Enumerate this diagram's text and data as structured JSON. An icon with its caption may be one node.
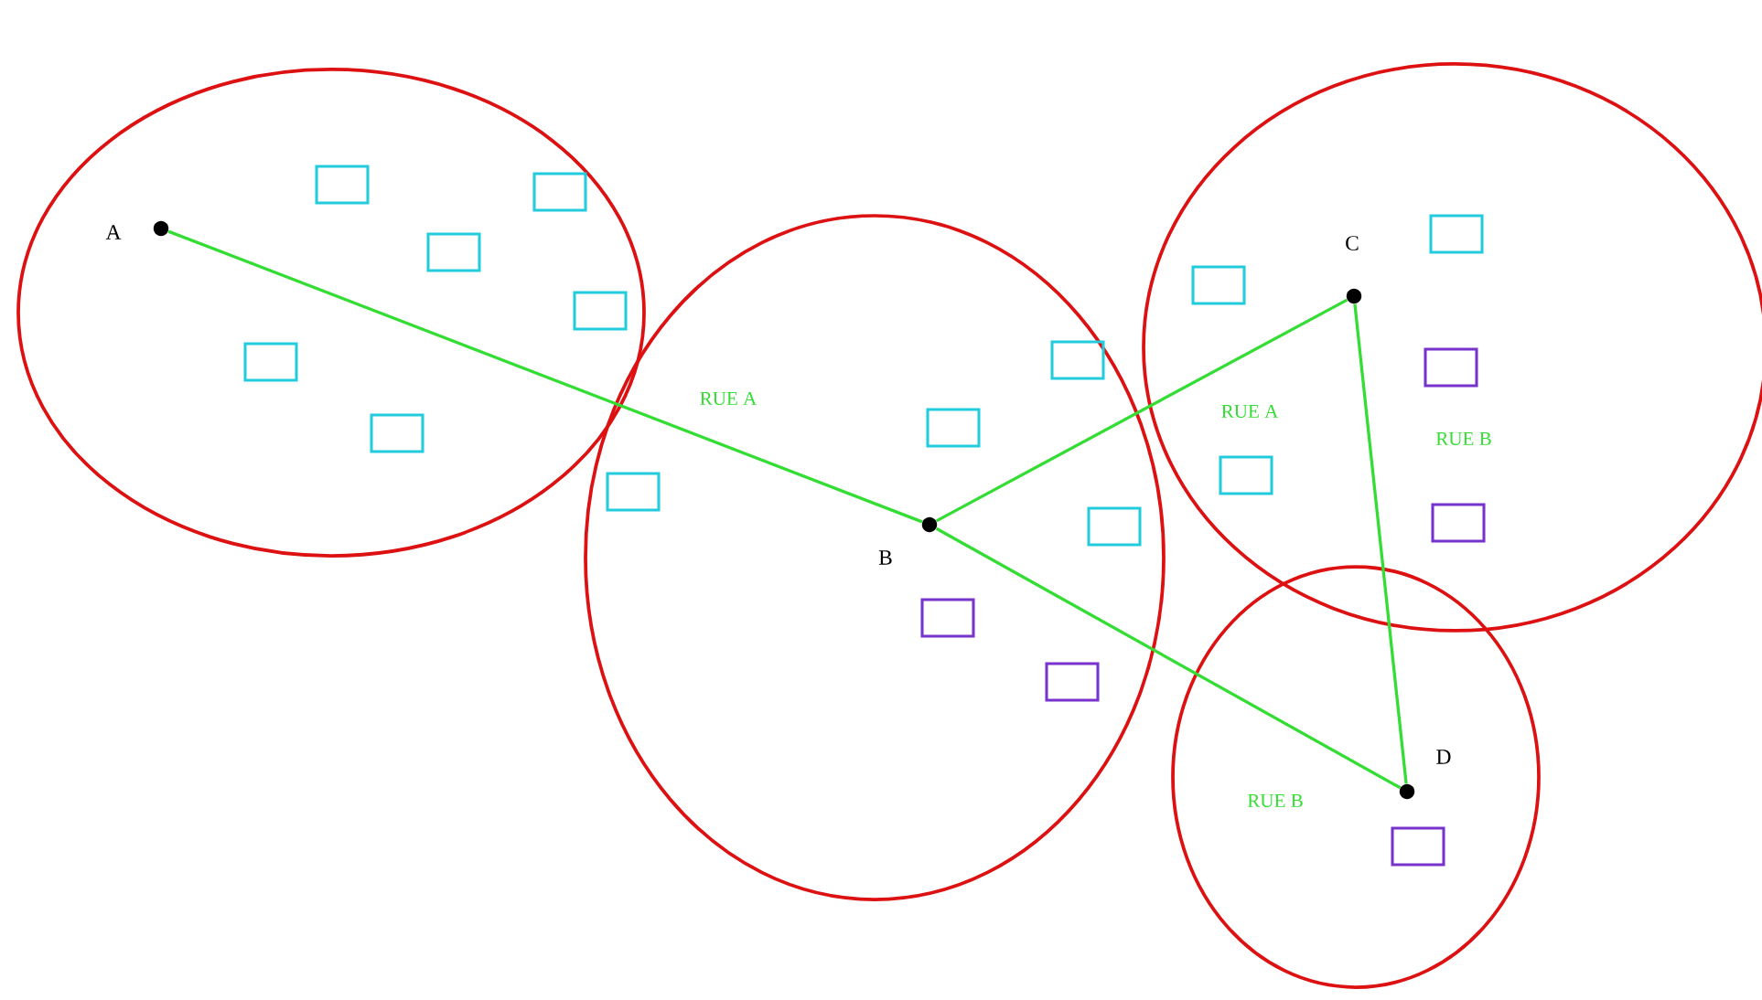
{
  "diagram": {
    "nodes": [
      {
        "text": [],
        "shape": "circle",
        "beside": [
          "A"
        ]
      },
      {
        "text": [],
        "shape": "circle",
        "beside": [
          "B"
        ]
      },
      {
        "text": [],
        "shape": "circle",
        "beside": [
          "C"
        ]
      },
      {
        "text": [],
        "shape": "circle",
        "beside": [
          "D"
        ]
      }
    ],
    "edges": [
      {
        "from": 0,
        "to": 1,
        "arrow": "none",
        "label": "RUE A"
      },
      {
        "from": 1,
        "to": 2,
        "arrow": "none",
        "label": "RUE A"
      },
      {
        "from": 2,
        "to": 3,
        "arrow": "none",
        "label": "RUE B"
      },
      {
        "from": 1,
        "to": 3,
        "arrow": "none",
        "label": "RUE B"
      }
    ]
  }
}
